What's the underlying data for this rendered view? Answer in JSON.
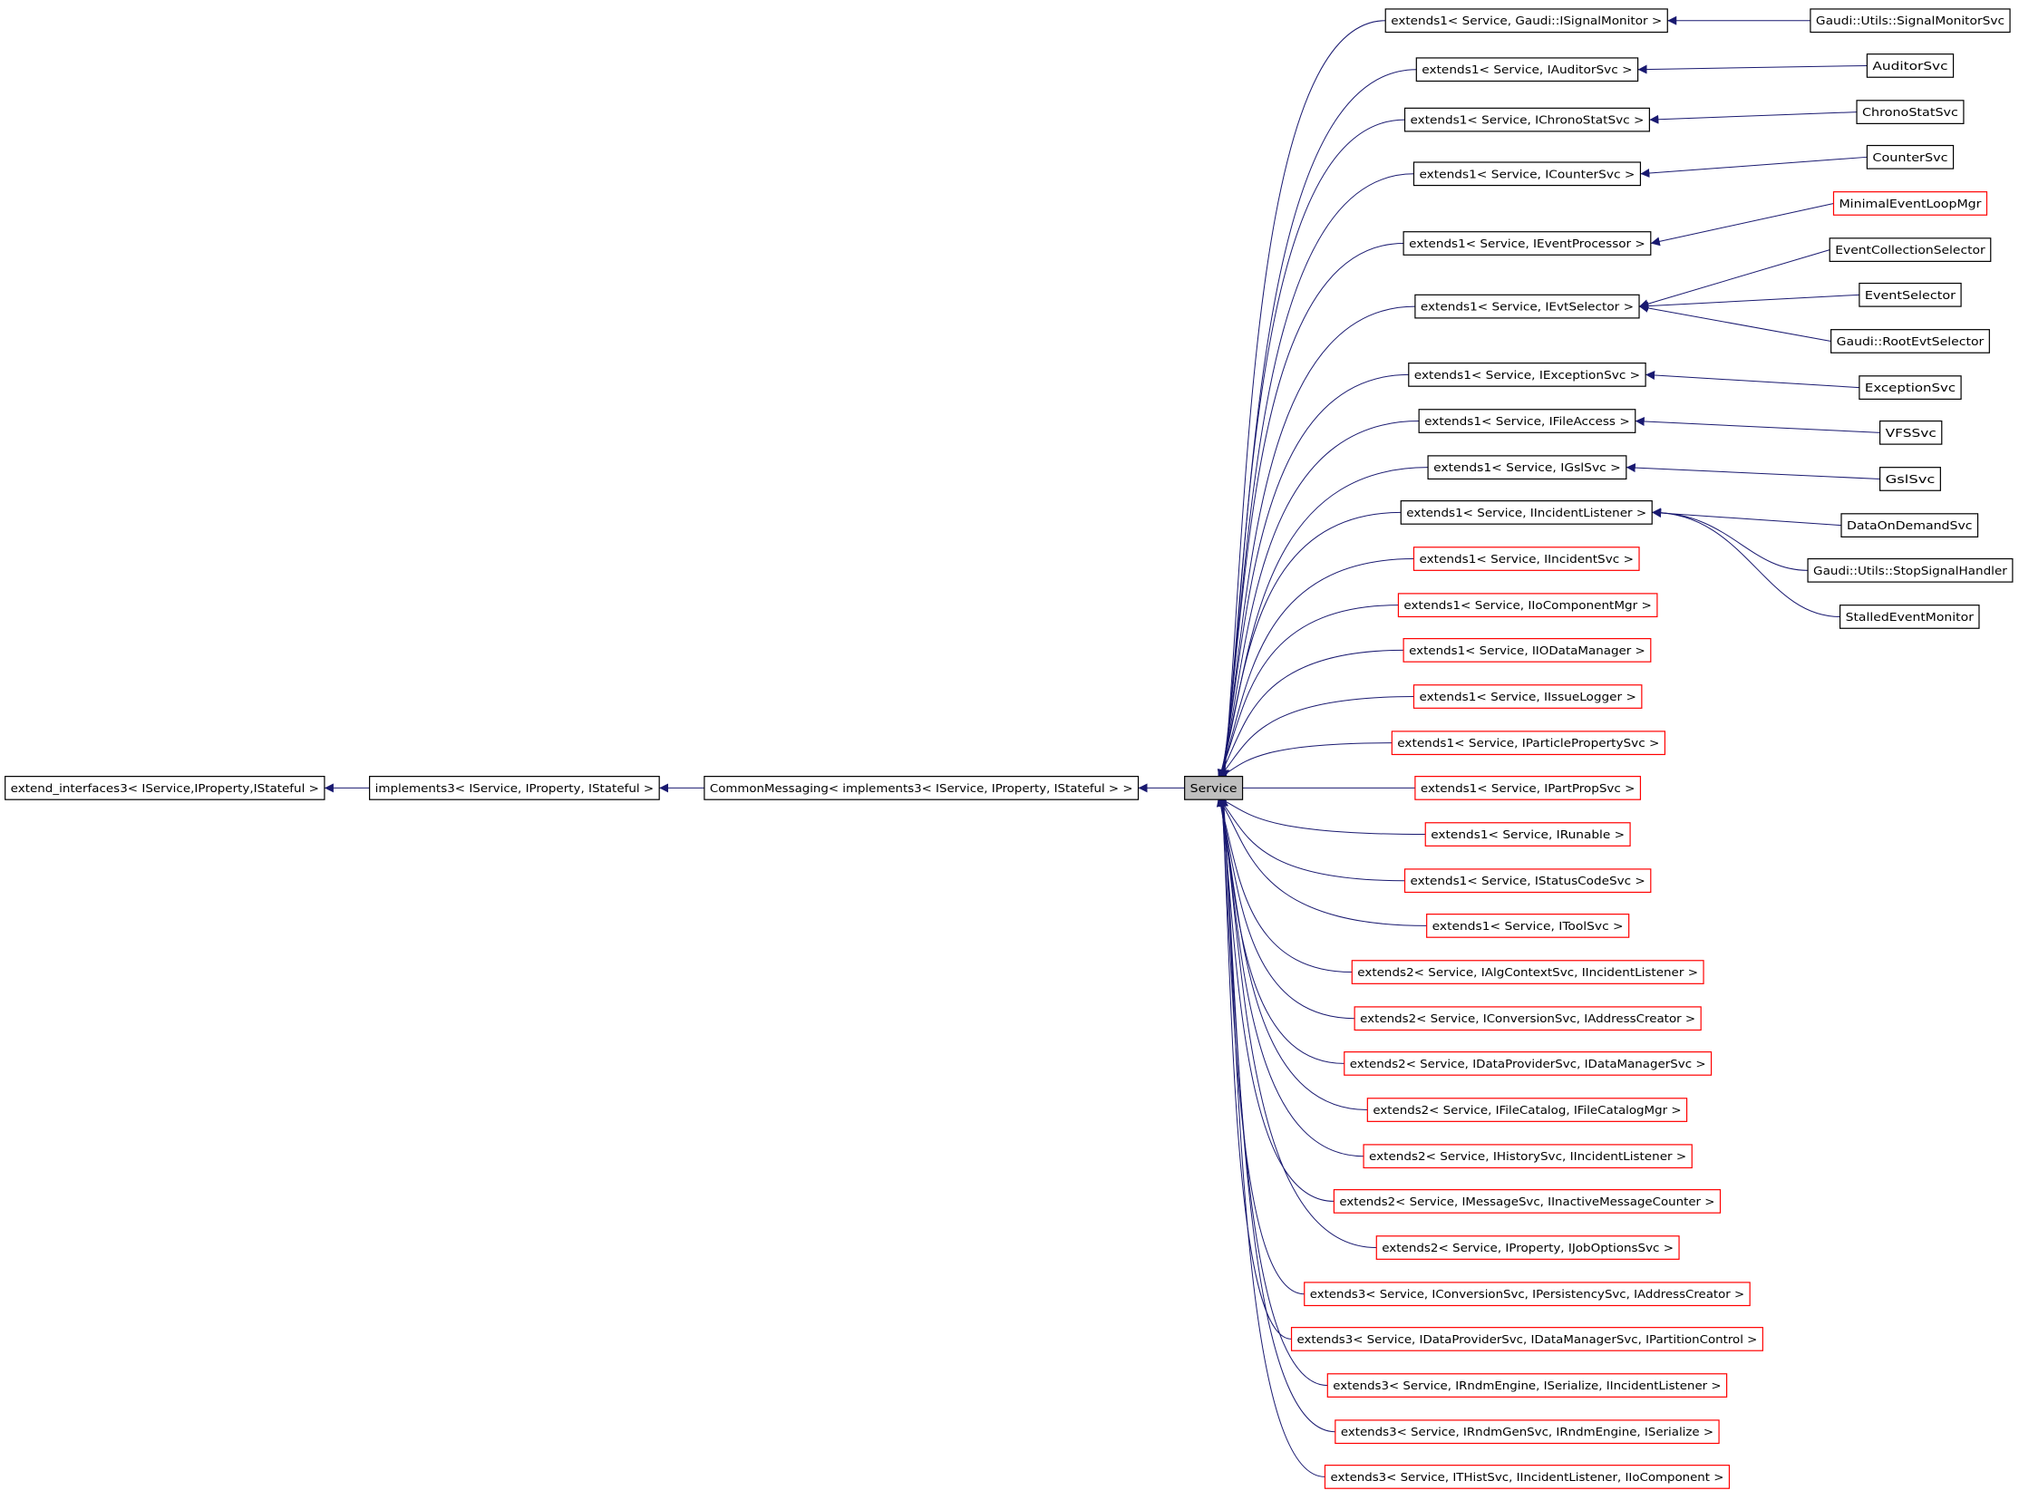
{
  "colors": {
    "edge": "#191970",
    "border_default": "#000000",
    "border_undocumented": "#ff0000",
    "focus_fill": "#bfbfbf"
  },
  "nodes": {
    "extend_interfaces3": {
      "label": "extend_interfaces3< IService,IProperty,IStateful >",
      "style": "default"
    },
    "implements3": {
      "label": "implements3< IService, IProperty, IStateful >",
      "style": "default"
    },
    "common_messaging": {
      "label": "CommonMessaging< implements3< IService, IProperty, IStateful > >",
      "style": "default"
    },
    "service": {
      "label": "Service",
      "style": "focus"
    },
    "ext_signal_monitor": {
      "label": "extends1< Service, Gaudi::ISignalMonitor >",
      "style": "default"
    },
    "ext_auditor_svc": {
      "label": "extends1< Service, IAuditorSvc >",
      "style": "default"
    },
    "ext_chrono_stat_svc": {
      "label": "extends1< Service, IChronoStatSvc >",
      "style": "default"
    },
    "ext_counter_svc": {
      "label": "extends1< Service, ICounterSvc >",
      "style": "default"
    },
    "ext_event_processor": {
      "label": "extends1< Service, IEventProcessor >",
      "style": "default"
    },
    "ext_evt_selector": {
      "label": "extends1< Service, IEvtSelector >",
      "style": "default"
    },
    "ext_exception_svc": {
      "label": "extends1< Service, IExceptionSvc >",
      "style": "default"
    },
    "ext_file_access": {
      "label": "extends1< Service, IFileAccess >",
      "style": "default"
    },
    "ext_gsl_svc": {
      "label": "extends1< Service, IGslSvc >",
      "style": "default"
    },
    "ext_incident_listener": {
      "label": "extends1< Service, IIncidentListener >",
      "style": "default"
    },
    "ext_incident_svc": {
      "label": "extends1< Service, IIncidentSvc >",
      "style": "undocumented"
    },
    "ext_io_component_mgr": {
      "label": "extends1< Service, IIoComponentMgr >",
      "style": "undocumented"
    },
    "ext_io_data_manager": {
      "label": "extends1< Service, IIODataManager >",
      "style": "undocumented"
    },
    "ext_issue_logger": {
      "label": "extends1< Service, IIssueLogger >",
      "style": "undocumented"
    },
    "ext_particle_property_svc": {
      "label": "extends1< Service, IParticlePropertySvc >",
      "style": "undocumented"
    },
    "ext_part_prop_svc": {
      "label": "extends1< Service, IPartPropSvc >",
      "style": "undocumented"
    },
    "ext_runable": {
      "label": "extends1< Service, IRunable >",
      "style": "undocumented"
    },
    "ext_status_code_svc": {
      "label": "extends1< Service, IStatusCodeSvc >",
      "style": "undocumented"
    },
    "ext_tool_svc": {
      "label": "extends1< Service, IToolSvc >",
      "style": "undocumented"
    },
    "ext2_alg_context": {
      "label": "extends2< Service, IAlgContextSvc, IIncidentListener >",
      "style": "undocumented"
    },
    "ext2_conversion": {
      "label": "extends2< Service, IConversionSvc, IAddressCreator >",
      "style": "undocumented"
    },
    "ext2_data_provider": {
      "label": "extends2< Service, IDataProviderSvc, IDataManagerSvc >",
      "style": "undocumented"
    },
    "ext2_file_catalog": {
      "label": "extends2< Service, IFileCatalog, IFileCatalogMgr >",
      "style": "undocumented"
    },
    "ext2_history": {
      "label": "extends2< Service, IHistorySvc, IIncidentListener >",
      "style": "undocumented"
    },
    "ext2_message": {
      "label": "extends2< Service, IMessageSvc, IInactiveMessageCounter >",
      "style": "undocumented"
    },
    "ext2_property": {
      "label": "extends2< Service, IProperty, IJobOptionsSvc >",
      "style": "undocumented"
    },
    "ext3_conversion": {
      "label": "extends3< Service, IConversionSvc, IPersistencySvc, IAddressCreator >",
      "style": "undocumented"
    },
    "ext3_data_provider": {
      "label": "extends3< Service, IDataProviderSvc, IDataManagerSvc, IPartitionControl >",
      "style": "undocumented"
    },
    "ext3_rndm_engine": {
      "label": "extends3< Service, IRndmEngine, ISerialize, IIncidentListener >",
      "style": "undocumented"
    },
    "ext3_rndm_gen": {
      "label": "extends3< Service, IRndmGenSvc, IRndmEngine, ISerialize >",
      "style": "undocumented"
    },
    "ext3_thist": {
      "label": "extends3< Service, ITHistSvc, IIncidentListener, IIoComponent >",
      "style": "undocumented"
    },
    "signal_monitor_svc": {
      "label": "Gaudi::Utils::SignalMonitorSvc",
      "style": "default"
    },
    "auditor_svc": {
      "label": "AuditorSvc",
      "style": "default"
    },
    "chrono_stat_svc": {
      "label": "ChronoStatSvc",
      "style": "default"
    },
    "counter_svc": {
      "label": "CounterSvc",
      "style": "default"
    },
    "minimal_event_loop_mgr": {
      "label": "MinimalEventLoopMgr",
      "style": "undocumented"
    },
    "event_collection_selector": {
      "label": "EventCollectionSelector",
      "style": "default"
    },
    "event_selector": {
      "label": "EventSelector",
      "style": "default"
    },
    "root_evt_selector": {
      "label": "Gaudi::RootEvtSelector",
      "style": "default"
    },
    "exception_svc": {
      "label": "ExceptionSvc",
      "style": "default"
    },
    "vfs_svc": {
      "label": "VFSSvc",
      "style": "default"
    },
    "gsl_svc": {
      "label": "GslSvc",
      "style": "default"
    },
    "data_on_demand_svc": {
      "label": "DataOnDemandSvc",
      "style": "default"
    },
    "stop_signal_handler": {
      "label": "Gaudi::Utils::StopSignalHandler",
      "style": "default"
    },
    "stalled_event_monitor": {
      "label": "StalledEventMonitor",
      "style": "default"
    }
  },
  "edges": [
    [
      "implements3",
      "extend_interfaces3"
    ],
    [
      "common_messaging",
      "implements3"
    ],
    [
      "service",
      "common_messaging"
    ],
    [
      "ext_signal_monitor",
      "service"
    ],
    [
      "ext_auditor_svc",
      "service"
    ],
    [
      "ext_chrono_stat_svc",
      "service"
    ],
    [
      "ext_counter_svc",
      "service"
    ],
    [
      "ext_event_processor",
      "service"
    ],
    [
      "ext_evt_selector",
      "service"
    ],
    [
      "ext_exception_svc",
      "service"
    ],
    [
      "ext_file_access",
      "service"
    ],
    [
      "ext_gsl_svc",
      "service"
    ],
    [
      "ext_incident_listener",
      "service"
    ],
    [
      "ext_incident_svc",
      "service"
    ],
    [
      "ext_io_component_mgr",
      "service"
    ],
    [
      "ext_io_data_manager",
      "service"
    ],
    [
      "ext_issue_logger",
      "service"
    ],
    [
      "ext_particle_property_svc",
      "service"
    ],
    [
      "ext_part_prop_svc",
      "service"
    ],
    [
      "ext_runable",
      "service"
    ],
    [
      "ext_status_code_svc",
      "service"
    ],
    [
      "ext_tool_svc",
      "service"
    ],
    [
      "ext2_alg_context",
      "service"
    ],
    [
      "ext2_conversion",
      "service"
    ],
    [
      "ext2_data_provider",
      "service"
    ],
    [
      "ext2_file_catalog",
      "service"
    ],
    [
      "ext2_history",
      "service"
    ],
    [
      "ext2_message",
      "service"
    ],
    [
      "ext2_property",
      "service"
    ],
    [
      "ext3_conversion",
      "service"
    ],
    [
      "ext3_data_provider",
      "service"
    ],
    [
      "ext3_rndm_engine",
      "service"
    ],
    [
      "ext3_rndm_gen",
      "service"
    ],
    [
      "ext3_thist",
      "service"
    ],
    [
      "signal_monitor_svc",
      "ext_signal_monitor"
    ],
    [
      "auditor_svc",
      "ext_auditor_svc"
    ],
    [
      "chrono_stat_svc",
      "ext_chrono_stat_svc"
    ],
    [
      "counter_svc",
      "ext_counter_svc"
    ],
    [
      "minimal_event_loop_mgr",
      "ext_event_processor"
    ],
    [
      "event_collection_selector",
      "ext_evt_selector"
    ],
    [
      "event_selector",
      "ext_evt_selector"
    ],
    [
      "root_evt_selector",
      "ext_evt_selector"
    ],
    [
      "exception_svc",
      "ext_exception_svc"
    ],
    [
      "vfs_svc",
      "ext_file_access"
    ],
    [
      "gsl_svc",
      "ext_gsl_svc"
    ],
    [
      "data_on_demand_svc",
      "ext_incident_listener"
    ],
    [
      "stop_signal_handler",
      "ext_incident_listener"
    ],
    [
      "stalled_event_monitor",
      "ext_incident_listener"
    ]
  ]
}
